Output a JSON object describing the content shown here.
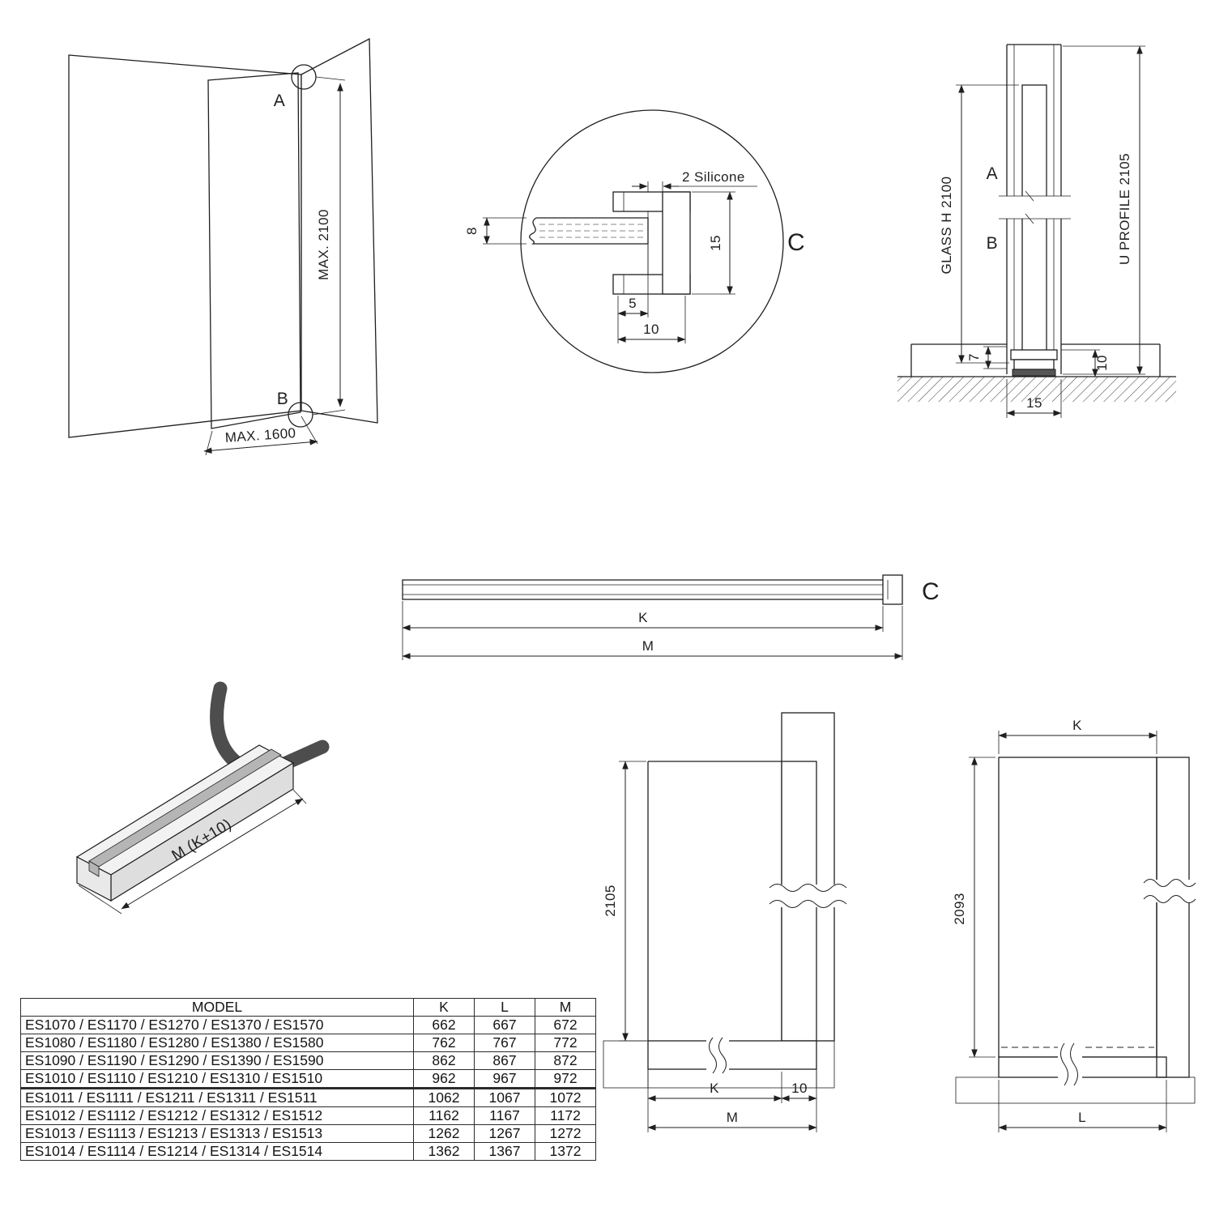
{
  "colors": {
    "glass_fill": "#d8f4f4",
    "line": "#1f1f1f",
    "trim_profile": "#4d4d4d"
  },
  "iso_corner": {
    "label_a": "A",
    "label_b": "B",
    "dim_height": "MAX. 2100",
    "dim_width": "MAX. 1600"
  },
  "detail_c": {
    "label": "C",
    "silicone_note": "2 Silicone",
    "dim_glass_thickness": "8",
    "dim_profile_height": "15",
    "dim_lip": "5",
    "dim_channel_depth": "10"
  },
  "wall_section": {
    "label_a": "A",
    "label_b": "B",
    "dim_glass_height": "GLASS H 2100",
    "dim_profile_height": "U PROFILE 2105",
    "dim_base_inset": "7",
    "dim_bottom_height": "10",
    "dim_profile_width": "15"
  },
  "profile_plan": {
    "label_c": "C",
    "dim_k": "K",
    "dim_m": "M"
  },
  "profile_iso": {
    "dim_length": "M (K+10)"
  },
  "wall_elevation": {
    "dim_height": "2105",
    "dim_k": "K",
    "dim_offset": "10",
    "dim_m": "M"
  },
  "glass_elevation": {
    "dim_k": "K",
    "dim_height": "2093",
    "dim_l": "L"
  },
  "model_table": {
    "headers": [
      "MODEL",
      "K",
      "L",
      "M"
    ],
    "rows": [
      {
        "model": "ES1070 / ES1170 / ES1270 / ES1370 / ES1570",
        "k": "662",
        "l": "667",
        "m": "672"
      },
      {
        "model": "ES1080 / ES1180 / ES1280 / ES1380 / ES1580",
        "k": "762",
        "l": "767",
        "m": "772"
      },
      {
        "model": "ES1090 / ES1190 / ES1290 / ES1390 / ES1590",
        "k": "862",
        "l": "867",
        "m": "872"
      },
      {
        "model": "ES1010 / ES1110 / ES1210 / ES1310 / ES1510",
        "k": "962",
        "l": "967",
        "m": "972"
      },
      {
        "model": "ES1011 / ES1111 / ES1211 / ES1311 / ES1511",
        "k": "1062",
        "l": "1067",
        "m": "1072"
      },
      {
        "model": "ES1012 / ES1112 / ES1212 / ES1312 / ES1512",
        "k": "1162",
        "l": "1167",
        "m": "1172"
      },
      {
        "model": "ES1013 / ES1113 / ES1213 / ES1313 / ES1513",
        "k": "1262",
        "l": "1267",
        "m": "1272"
      },
      {
        "model": "ES1014 / ES1114 / ES1214 / ES1314 / ES1514",
        "k": "1362",
        "l": "1367",
        "m": "1372"
      }
    ]
  }
}
